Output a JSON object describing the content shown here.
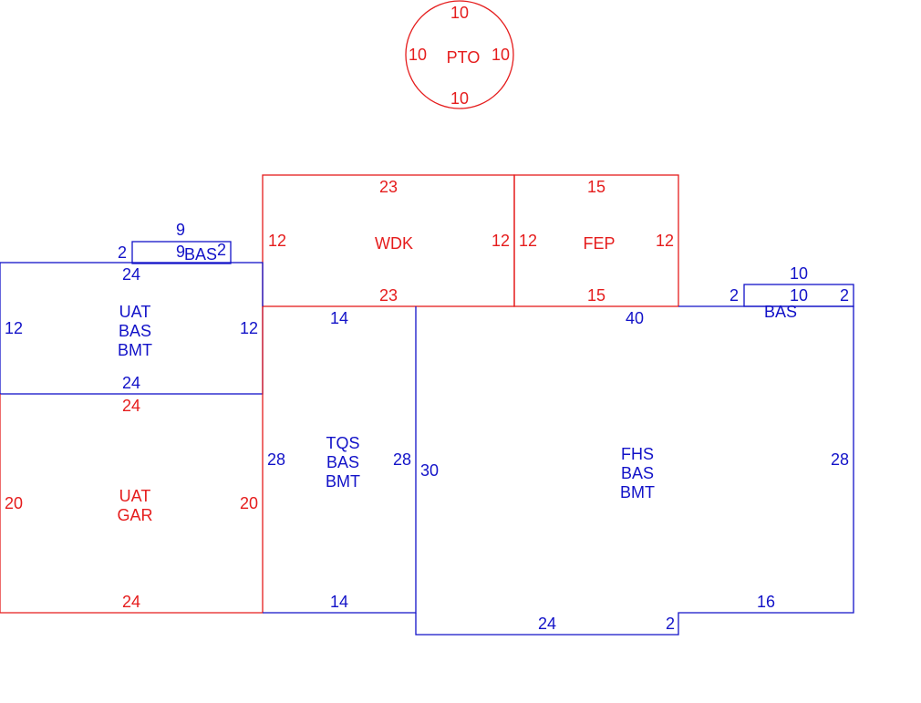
{
  "colors": {
    "red": "#e51c1c",
    "blue": "#1212c8"
  },
  "pto": {
    "name": "PTO",
    "top": "10",
    "left": "10",
    "right": "10",
    "bottom": "10"
  },
  "wdk": {
    "name": "WDK",
    "top": "23",
    "bottom": "23",
    "left": "12",
    "right": "12"
  },
  "fep": {
    "name": "FEP",
    "top": "15",
    "bottom": "15",
    "left": "12",
    "right": "12"
  },
  "small_bas_left": {
    "name": "BAS",
    "top": "9",
    "inner": "9",
    "left": "2",
    "right": "2"
  },
  "uat_bas": {
    "line1": "UAT",
    "line2": "BAS",
    "line3": "BMT",
    "top": "24",
    "bottom": "24",
    "left": "12",
    "right": "12"
  },
  "uat_gar": {
    "line1": "UAT",
    "line2": "GAR",
    "top": "24",
    "bottom": "24",
    "left": "20",
    "right": "20"
  },
  "tqs": {
    "line1": "TQS",
    "line2": "BAS",
    "line3": "BMT",
    "top": "14",
    "bottom": "14",
    "left": "28",
    "right": "28"
  },
  "fhs": {
    "line1": "FHS",
    "line2": "BAS",
    "line3": "BMT",
    "top": "40",
    "left": "30",
    "right": "28",
    "bottom_left": "24",
    "bottom_step": "2",
    "bottom_right": "16"
  },
  "small_bas_right": {
    "name": "BAS",
    "top": "10",
    "inner": "10",
    "left": "2",
    "right": "2"
  }
}
